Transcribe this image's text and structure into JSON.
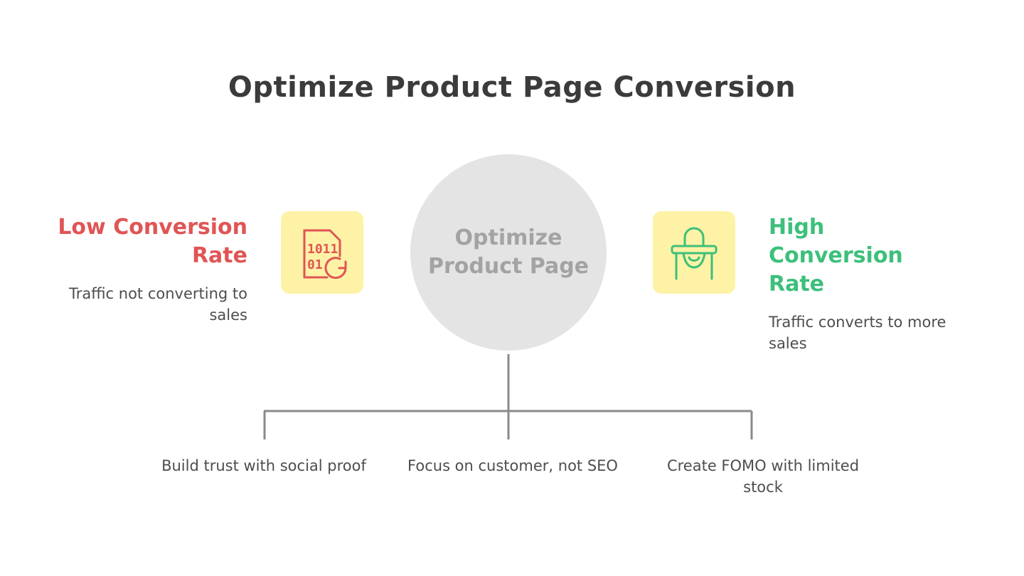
{
  "title": "Optimize Product Page Conversion",
  "center": {
    "label": "Optimize Product Page"
  },
  "left": {
    "heading": "Low Conversion Rate",
    "description": "Traffic not converting to sales",
    "icon": "binary-refresh-icon",
    "color": "#e05555"
  },
  "right": {
    "heading": "High Conversion Rate",
    "description": "Traffic converts to more sales",
    "icon": "high-chair-icon",
    "color": "#3cc07a"
  },
  "branches": [
    {
      "label": "Build trust with social proof"
    },
    {
      "label": "Focus on customer, not SEO"
    },
    {
      "label": "Create FOMO with limited stock"
    }
  ],
  "colors": {
    "icon_background": "#fdf2a6",
    "circle": "#e4e4e4",
    "connector": "#8a8a8a"
  }
}
